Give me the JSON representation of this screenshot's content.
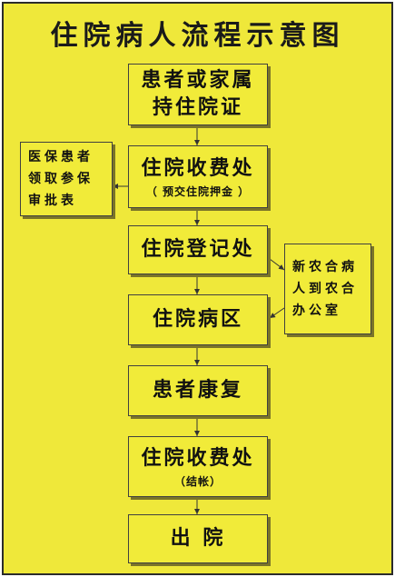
{
  "title": "住院病人流程示意图",
  "steps": [
    {
      "line1": "患者或家属",
      "line2": "持住院证"
    },
    {
      "line1": "住院收费处",
      "sub": "（ 预交住院押金 ）"
    },
    {
      "line1": "住院登记处"
    },
    {
      "line1": "住院病区"
    },
    {
      "line1": "患者康复"
    },
    {
      "line1": "住院收费处",
      "sub": "（结帐）"
    },
    {
      "line1": "出  院"
    }
  ],
  "side_left": {
    "lines": [
      "医保患者",
      "领取参保",
      "审批表"
    ]
  },
  "side_right": {
    "lines": [
      "新农合病",
      "人到农合",
      "办公室"
    ]
  },
  "colors": {
    "background": "#efe83a",
    "border": "#2b2b2b",
    "text": "#111111"
  }
}
